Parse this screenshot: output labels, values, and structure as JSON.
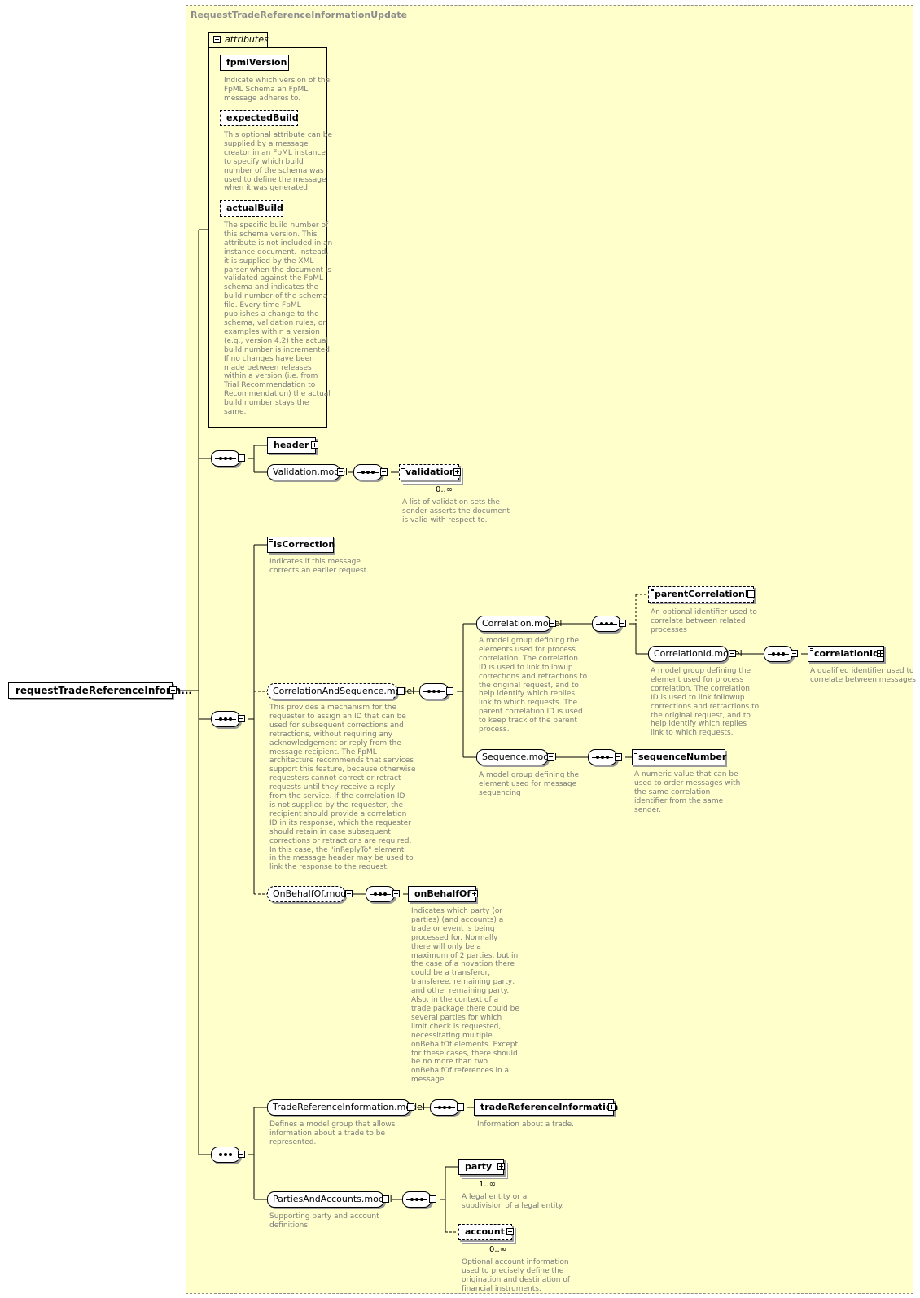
{
  "diagram": {
    "region_title": "RequestTradeReferenceInformationUpdate",
    "root": "requestTradeReferenceInform...",
    "attributes": {
      "label": "attributes",
      "items": [
        {
          "name": "fpmlVersion",
          "desc": [
            "Indicate which version of the",
            "FpML Schema an FpML",
            "message adheres to."
          ]
        },
        {
          "name": "expectedBuild",
          "desc": [
            "This optional attribute can be",
            "supplied by a message",
            "creator in an FpML instance",
            "to specify which build",
            "number of the schema was",
            "used to define the message",
            "when it was generated."
          ]
        },
        {
          "name": "actualBuild",
          "desc": [
            "The specific build number of",
            "this schema version. This",
            "attribute is not included in an",
            "instance document. Instead,",
            "it is supplied by the XML",
            "parser when the document is",
            "validated against the FpML",
            "schema and indicates the",
            "build number of the schema",
            "file. Every time FpML",
            "publishes a change to the",
            "schema, validation rules, or",
            "examples within a version",
            "(e.g., version 4.2) the actual",
            "build number is incremented.",
            "If no changes have been",
            "made between releases",
            "within a version (i.e. from",
            "Trial Recommendation to",
            "Recommendation) the actual",
            "build number stays the",
            "same."
          ]
        }
      ]
    },
    "nodes": {
      "header": "header",
      "validation_model": "Validation.model",
      "validation": "validation",
      "validation_card": "0..∞",
      "validation_desc": [
        "A list of validation sets the",
        "sender asserts the document",
        "is valid with respect to."
      ],
      "is_correction": "isCorrection",
      "is_correction_desc": [
        "Indicates if this message",
        "corrects an earlier request."
      ],
      "correlation_and_sequence": "CorrelationAndSequence.model",
      "correlation_and_sequence_desc": [
        "This provides a mechanism for the",
        "requester to assign an ID that can be",
        "used for subsequent corrections and",
        "retractions, without requiring any",
        "acknowledgement or reply from the",
        "message recipient. The FpML",
        "architecture recommends that services",
        "support this feature, because otherwise",
        "requesters cannot correct or retract",
        "requests until they receive a reply",
        "from the service. If the correlation ID",
        "is not supplied by the requester, the",
        "recipient should provide a correlation",
        "ID in its response, which the requester",
        "should retain in case subsequent",
        "corrections or retractions are required.",
        "In this case, the \"inReplyTo\" element",
        "in the message header may be used to",
        "link the response to the request."
      ],
      "correlation_model": "Correlation.model",
      "correlation_model_desc": [
        "A model group defining the",
        "elements used for process",
        "correlation. The correlation",
        "ID is used to link followup",
        "corrections and retractions to",
        "the original request, and to",
        "help identify which replies",
        "link to which requests. The",
        "parent correlation ID is used",
        "to keep track of the parent",
        "process."
      ],
      "parent_correlation_id": "parentCorrelationId",
      "parent_correlation_id_desc": [
        "An optional identifier used to",
        "correlate between related",
        "processes"
      ],
      "correlation_id_model": "CorrelationId.model",
      "correlation_id_model_desc": [
        "A model group defining the",
        "element used for process",
        "correlation. The correlation",
        "ID is used to link followup",
        "corrections and retractions to",
        "the original request, and to",
        "help identify which replies",
        "link to which requests."
      ],
      "correlation_id": "correlationId",
      "correlation_id_desc": [
        "A qualified identifier used to",
        "correlate between messages"
      ],
      "sequence_model": "Sequence.model",
      "sequence_model_desc": [
        "A model group defining the",
        "element used for message",
        "sequencing"
      ],
      "sequence_number": "sequenceNumber",
      "sequence_number_desc": [
        "A numeric value that can be",
        "used to order messages with",
        "the same correlation",
        "identifier from the same",
        "sender."
      ],
      "on_behalf_of_model": "OnBehalfOf.model",
      "on_behalf_of": "onBehalfOf",
      "on_behalf_of_desc": [
        "Indicates which party (or",
        "parties) (and accounts) a",
        "trade or event is being",
        "processed for. Normally",
        "there will only be a",
        "maximum of 2 parties, but in",
        "the case of a novation there",
        "could be a transferor,",
        "transferee, remaining party,",
        "and other remaining party.",
        "Also, in the context of a",
        "trade package there could be",
        "several parties for which",
        "limit check is requested,",
        "necessitating multiple",
        "onBehalfOf elements. Except",
        "for these cases, there should",
        "be no more than two",
        "onBehalfOf references in a",
        "message."
      ],
      "trade_reference_information_model": "TradeReferenceInformation.model",
      "trade_reference_information_model_desc": [
        "Defines a model group that allows",
        "information about a trade to be",
        "represented."
      ],
      "trade_reference_information": "tradeReferenceInformation",
      "trade_reference_information_desc": [
        "Information about a trade."
      ],
      "parties_and_accounts_model": "PartiesAndAccounts.model",
      "parties_and_accounts_model_desc": [
        "Supporting party and account",
        "definitions."
      ],
      "party": "party",
      "party_card": "1..∞",
      "party_desc": [
        "A legal entity or a",
        "subdivision of a legal entity."
      ],
      "account": "account",
      "account_card": "0..∞",
      "account_desc": [
        "Optional account information",
        "used to precisely define the",
        "origination and destination of",
        "financial instruments."
      ]
    }
  }
}
